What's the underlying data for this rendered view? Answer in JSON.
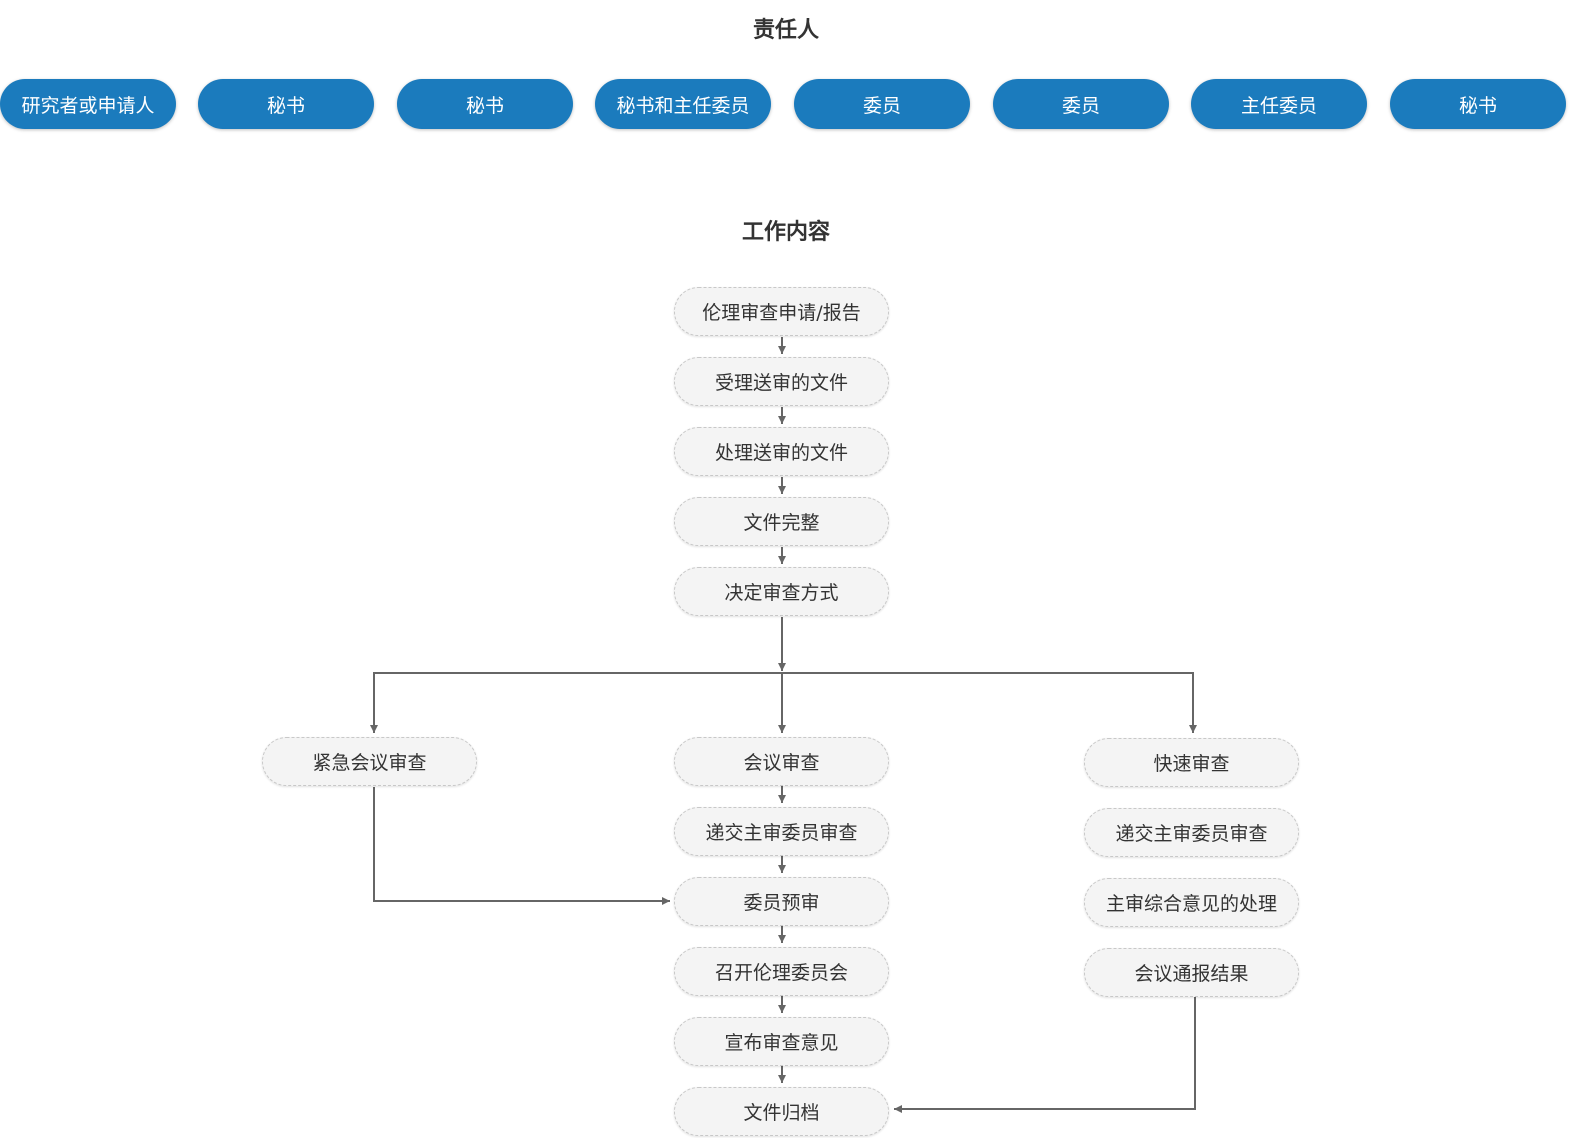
{
  "sections": {
    "roles_heading": "责任人",
    "work_heading": "工作内容"
  },
  "roles": [
    "研究者或申请人",
    "秘书",
    "秘书",
    "秘书和主任委员",
    "委员",
    "委员",
    "主任委员",
    "秘书"
  ],
  "flow": {
    "main": [
      "伦理审查申请/报告",
      "受理送审的文件",
      "处理送审的文件",
      "文件完整",
      "决定审查方式"
    ],
    "urgent": "紧急会议审查",
    "meeting": [
      "会议审查",
      "递交主审委员审查",
      "委员预审",
      "召开伦理委员会",
      "宣布审查意见",
      "文件归档"
    ],
    "fast": [
      "快速审查",
      "递交主审委员审查",
      "主审综合意见的处理",
      "会议通报结果"
    ]
  },
  "colors": {
    "role_fill": "#1b7bbd",
    "step_fill": "#f4f4f4",
    "connector": "#666666"
  }
}
